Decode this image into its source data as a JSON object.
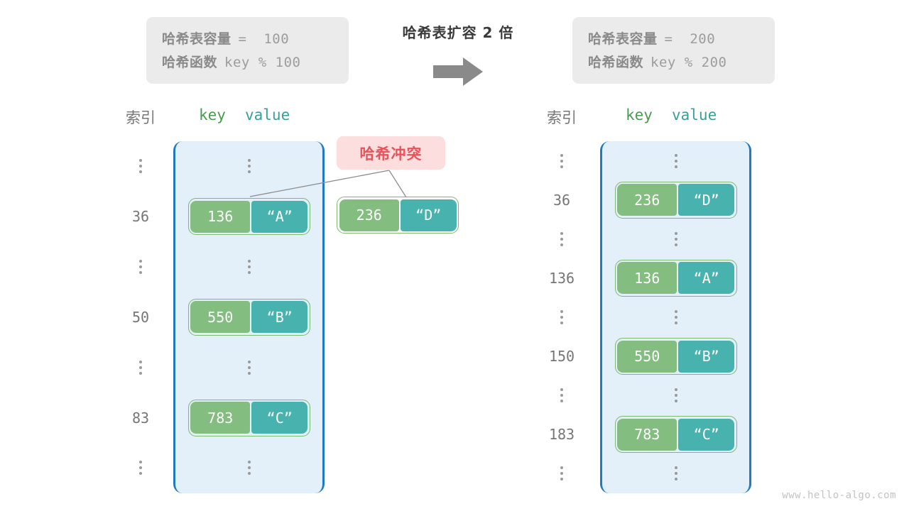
{
  "diagram": {
    "title": "哈希表扩容 2 倍",
    "arrow_icon": "right-arrow-icon",
    "watermark": "www.hello-algo.com"
  },
  "before": {
    "capacity_label": "哈希表容量",
    "capacity_value": "=  100",
    "function_label": "哈希函数",
    "function_value": "key % 100"
  },
  "after": {
    "capacity_label": "哈希表容量",
    "capacity_value": "=  200",
    "function_label": "哈希函数",
    "function_value": "key % 200"
  },
  "headers": {
    "index": "索引",
    "key": "key",
    "value": "value"
  },
  "collision": {
    "badge_label": "哈希冲突",
    "entry": {
      "key": "236",
      "value": "“D”"
    }
  },
  "left_table": {
    "rows": [
      {
        "index": "⋮",
        "type": "ellipsis"
      },
      {
        "index": "36",
        "type": "entry",
        "key": "136",
        "value": "“A”"
      },
      {
        "index": "⋮",
        "type": "ellipsis"
      },
      {
        "index": "50",
        "type": "entry",
        "key": "550",
        "value": "“B”"
      },
      {
        "index": "⋮",
        "type": "ellipsis"
      },
      {
        "index": "83",
        "type": "entry",
        "key": "783",
        "value": "“C”"
      },
      {
        "index": "⋮",
        "type": "ellipsis"
      }
    ]
  },
  "right_table": {
    "rows": [
      {
        "index": "⋮",
        "type": "ellipsis"
      },
      {
        "index": "36",
        "type": "entry",
        "key": "236",
        "value": "“D”"
      },
      {
        "index": "⋮",
        "type": "ellipsis"
      },
      {
        "index": "136",
        "type": "entry",
        "key": "136",
        "value": "“A”"
      },
      {
        "index": "⋮",
        "type": "ellipsis"
      },
      {
        "index": "150",
        "type": "entry",
        "key": "550",
        "value": "“B”"
      },
      {
        "index": "⋮",
        "type": "ellipsis"
      },
      {
        "index": "183",
        "type": "entry",
        "key": "783",
        "value": "“C”"
      },
      {
        "index": "⋮",
        "type": "ellipsis"
      }
    ]
  },
  "colors": {
    "key_fill": "#84bd80",
    "value_fill": "#47b2ae",
    "table_fill": "#e3eff9",
    "table_border": "#1f7ac4",
    "badge_fill": "#fbdedd",
    "badge_text": "#e8535b",
    "arrow": "#8a8a8a"
  }
}
